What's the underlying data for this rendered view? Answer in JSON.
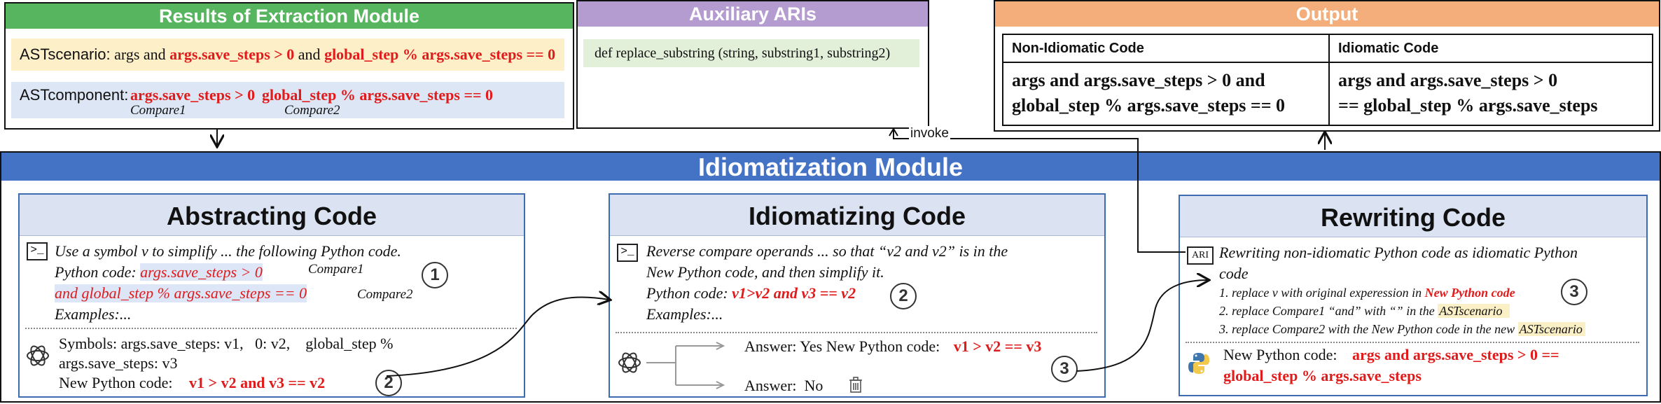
{
  "extraction": {
    "title": "Results of Extraction Module",
    "scenario_label": "ASTscenario:",
    "scenario_plain1": "args and",
    "scenario_red1": "args.save_steps > 0",
    "scenario_plain2": "and",
    "scenario_red2": "global_step % args.save_steps == 0",
    "component_label": "ASTcomponent:",
    "component_red1": "args.save_steps > 0",
    "component_red2": "global_step % args.save_steps == 0",
    "compare1": "Compare1",
    "compare2": "Compare2"
  },
  "auxiliary": {
    "title": "Auxiliary ARIs",
    "signature": "def replace_substring (string, substring1, substring2)"
  },
  "output": {
    "title": "Output",
    "col1_header": "Non-Idiomatic Code",
    "col2_header": "Idiomatic Code",
    "col1_line1": "args and args.save_steps > 0 and",
    "col1_line2": "global_step % args.save_steps == 0",
    "col2_line1": "args and args.save_steps > 0",
    "col2_line2": "== global_step % args.save_steps"
  },
  "invoke_label": "invoke",
  "module": {
    "title": "Idiomatization Module",
    "abstracting": {
      "title": "Abstracting Code",
      "prompt_line1": "Use a symbol v to simplify ... the following Python code.",
      "python_code_label": "Python code:",
      "code_line1": "args.save_steps > 0",
      "code_line2": "and global_step % args.save_steps == 0",
      "compare1": "Compare1",
      "compare2": "Compare2",
      "examples": "Examples:...",
      "num1": "1",
      "symbols_line1": "Symbols: args.save_steps: v1,   0: v2,    global_step %",
      "symbols_line2": "args.save_steps: v3",
      "new_code_label": "New Python code:",
      "new_code_value": "v1 > v2 and v3 == v2",
      "num2": "2"
    },
    "idiomatizing": {
      "title": "Idiomatizing Code",
      "prompt_line1": "Reverse compare operands ... so that “v2 and v2” is in the",
      "prompt_line2": "New Python code, and then simplify it.",
      "python_code_label": "Python code:",
      "python_code_value": "v1>v2 and v3 == v2",
      "examples": "Examples:...",
      "num2": "2",
      "answer1_label": "Answer: Yes New Python code:",
      "answer1_value": "v1 > v2 == v3",
      "answer2_label": "Answer:  No",
      "num3": "3"
    },
    "rewriting": {
      "title": "Rewriting Code",
      "ari_label": "ARI",
      "prompt_line1": "Rewriting non-idiomatic Python code as idiomatic Python",
      "prompt_line2": "code",
      "step1_prefix": "1. replace v with original experession in",
      "step1_red": "New Python code",
      "num3": "3",
      "step2_prefix": "2. replace Compare1 “and” with “” in the",
      "step2_hl": "ASTscenario",
      "step3_prefix": "3. replace Compare2 with the New Python code in the new",
      "step3_hl": "ASTscenario",
      "new_code_label": "New Python code:",
      "new_code_line1": "args and args.save_steps > 0 ==",
      "new_code_line2": "global_step % args.save_steps"
    }
  },
  "colors": {
    "extraction_header": "#57b55f",
    "auxiliary_header": "#b49bd0",
    "output_header": "#f4ae7c",
    "module_header": "#4472c4",
    "highlight_red": "#e01b1b"
  }
}
